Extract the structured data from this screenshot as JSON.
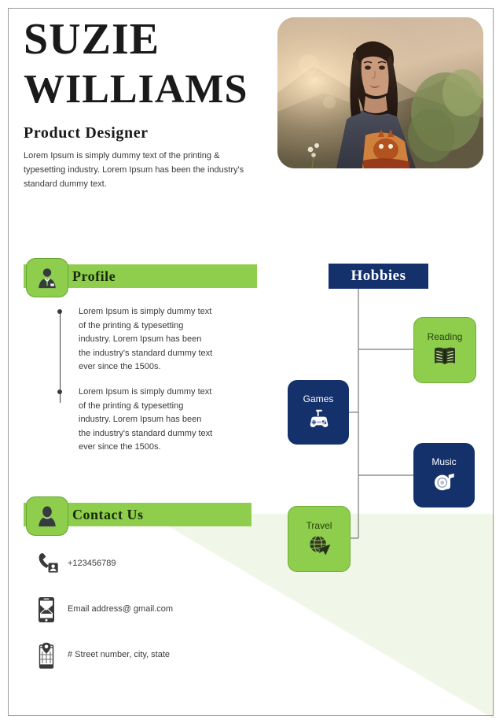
{
  "document": {
    "type": "resume-infographic",
    "accent_green": "#8ece4c",
    "accent_navy": "#14316c",
    "wedge_color": "#f1f7e8",
    "border_color": "#9b9b9b"
  },
  "header": {
    "first_name": "SUZIE",
    "last_name": "WILLIAMS",
    "job_title": "Product Designer",
    "summary": "Lorem Ipsum is simply dummy text of the printing & typesetting industry. Lorem Ipsum has been the industry's standard dummy text.",
    "photo_alt": "portrait-photo"
  },
  "profile": {
    "title": "Profile",
    "badge_icon": "businessperson-icon",
    "bullets": [
      "Lorem Ipsum is simply dummy text of the printing & typesetting industry. Lorem Ipsum has been the industry's standard dummy text ever since the 1500s.",
      "Lorem Ipsum is simply dummy text of the printing & typesetting industry. Lorem Ipsum has been the industry's standard dummy text ever since the 1500s."
    ]
  },
  "contact": {
    "title": "Contact Us",
    "badge_icon": "person-avatar-icon",
    "items": [
      {
        "icon": "phone-icon",
        "value": "+123456789"
      },
      {
        "icon": "email-mobile-icon",
        "value": "Email address@ gmail.com"
      },
      {
        "icon": "map-location-icon",
        "value": "# Street number, city, state"
      }
    ]
  },
  "hobbies": {
    "title": "Hobbies",
    "items": [
      {
        "label": "Reading",
        "icon": "open-book-icon",
        "color": "green"
      },
      {
        "label": "Games",
        "icon": "gamepad-icon",
        "color": "navy"
      },
      {
        "label": "Music",
        "icon": "vinyl-note-icon",
        "color": "navy"
      },
      {
        "label": "Travel",
        "icon": "globe-plane-icon",
        "color": "green"
      }
    ]
  }
}
